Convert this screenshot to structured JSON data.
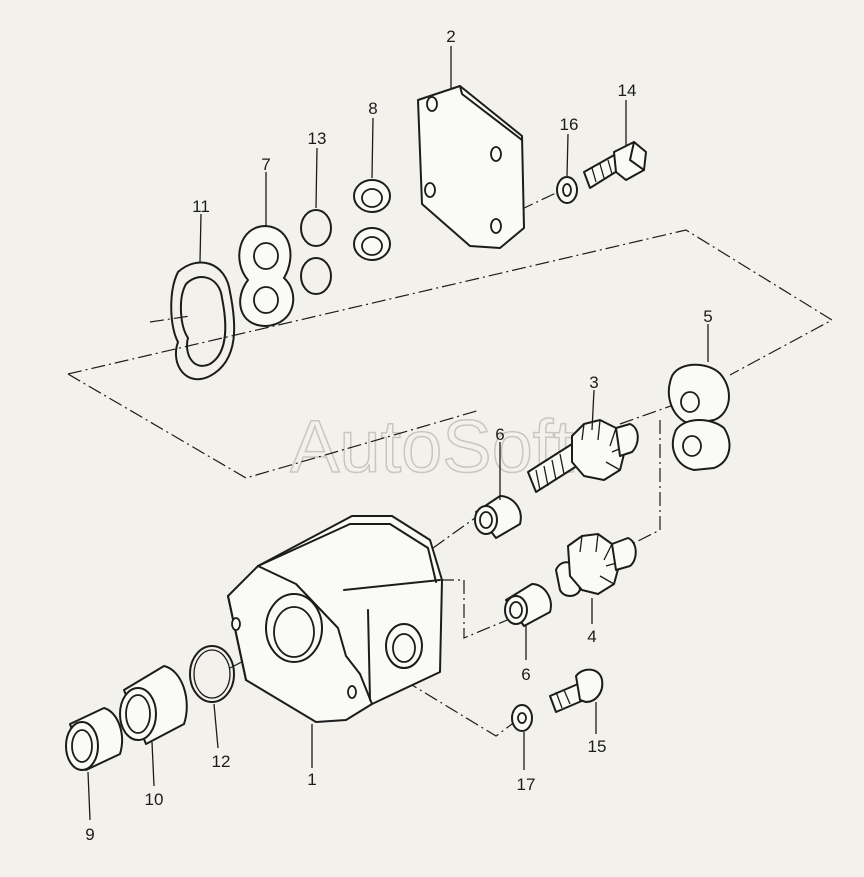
{
  "watermark": "AutoSoft",
  "labels": {
    "p1": "1",
    "p2": "2",
    "p3": "3",
    "p4": "4",
    "p5": "5",
    "p6a": "6",
    "p6b": "6",
    "p7": "7",
    "p8": "8",
    "p9": "9",
    "p10": "10",
    "p11": "11",
    "p12": "12",
    "p13": "13",
    "p14": "14",
    "p15": "15",
    "p16": "16",
    "p17": "17"
  }
}
